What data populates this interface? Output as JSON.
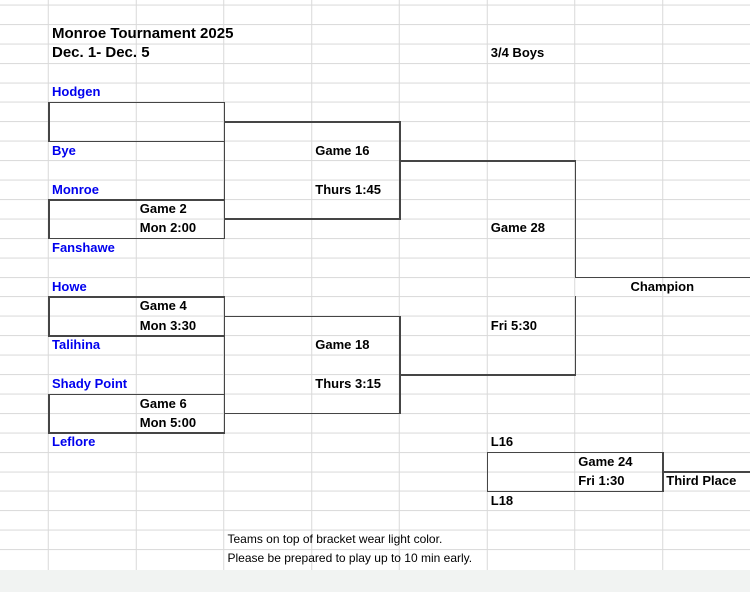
{
  "header": {
    "title": "Monroe Tournament 2025",
    "dates": "Dec. 1- Dec. 5",
    "division": "3/4 Boys"
  },
  "bracket": {
    "teams": {
      "slot1": "Hodgen",
      "slot2": "Bye",
      "slot3": "Monroe",
      "slot4": "Fanshawe",
      "slot5": "Howe",
      "slot6": "Talihina",
      "slot7": "Shady Point",
      "slot8": "Leflore"
    },
    "games": {
      "game2": {
        "label": "Game 2",
        "time": "Mon 2:00"
      },
      "game4": {
        "label": "Game 4",
        "time": "Mon 3:30"
      },
      "game6": {
        "label": "Game 6",
        "time": "Mon 5:00"
      },
      "game16": {
        "label": "Game 16",
        "time": "Thurs 1:45"
      },
      "game18": {
        "label": "Game 18",
        "time": "Thurs 3:15"
      },
      "game28": {
        "label": "Game 28",
        "time": "Fri 5:30"
      },
      "game24": {
        "label": "Game 24",
        "time": "Fri 1:30"
      }
    },
    "placements": {
      "champion": "Champion",
      "third_place": "Third Place",
      "loser_game16": "L16",
      "loser_game18": "L18"
    }
  },
  "notes": {
    "line1": "Teams on top of bracket wear light color.",
    "line2": "Please be prepared to play up to 10 min early."
  },
  "colors": {
    "team_name_blue": "#0000ee",
    "bracket_line": "#454545",
    "gridline": "#d9d9d9",
    "footer_band": "#f1f3f2"
  }
}
